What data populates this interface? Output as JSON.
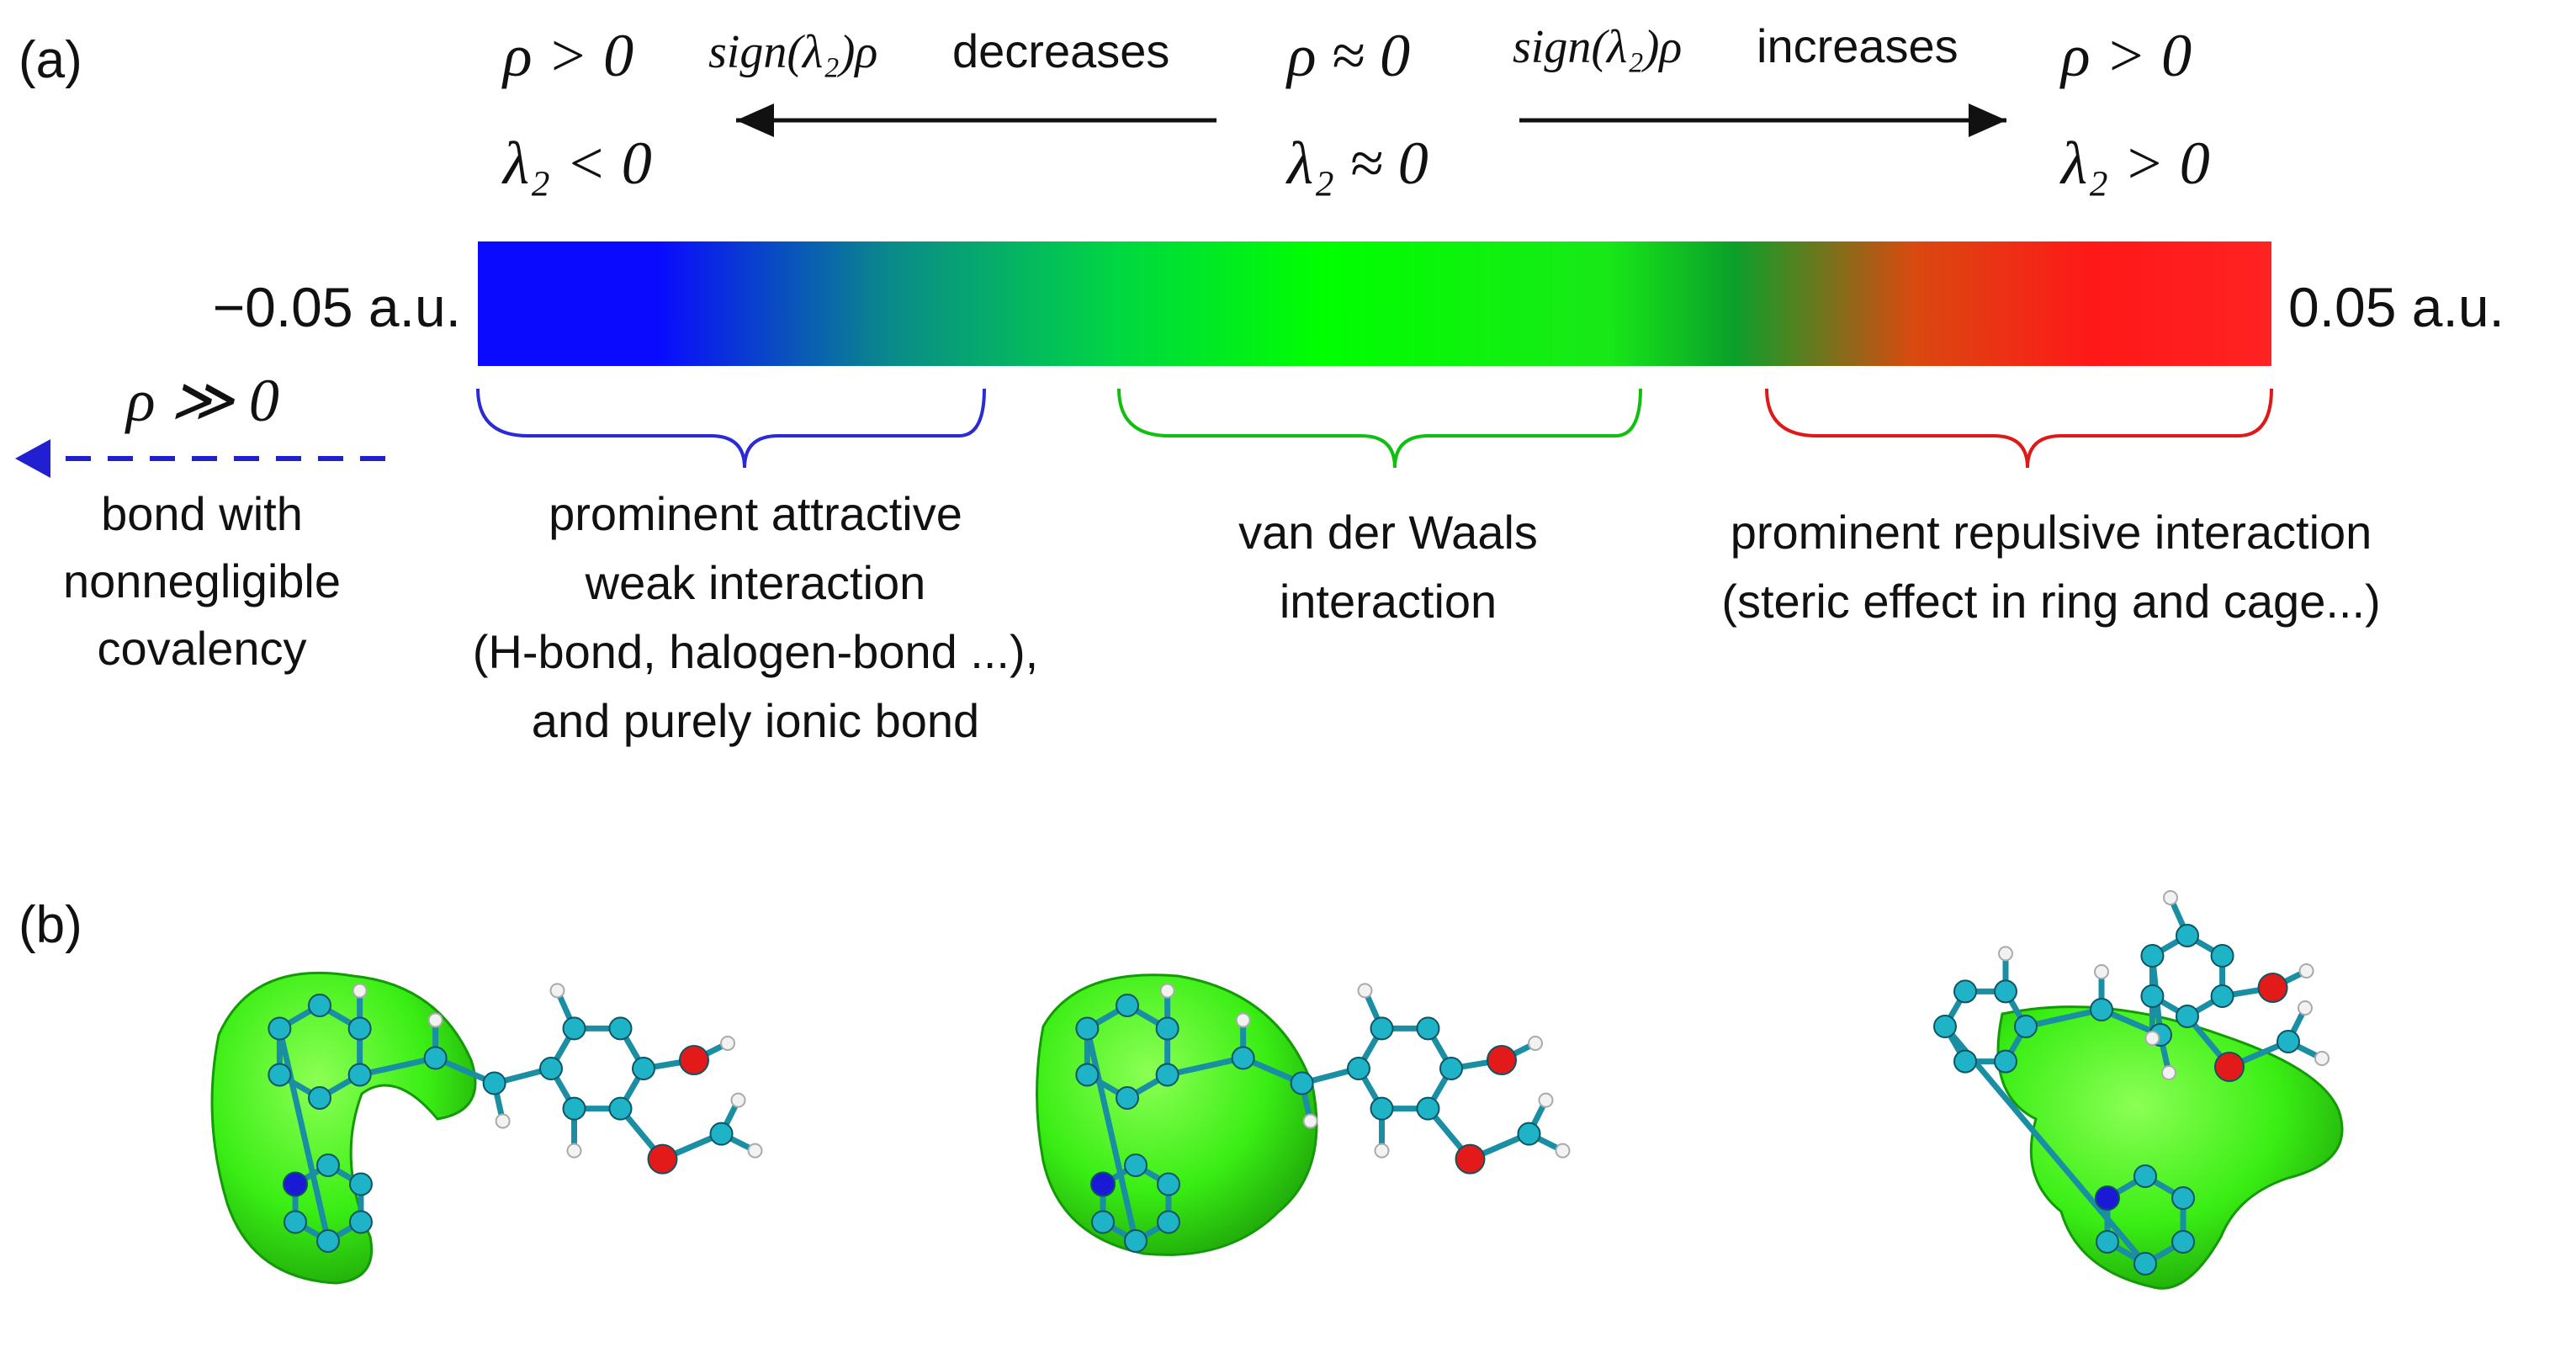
{
  "panels": {
    "a": "(a)",
    "b": "(b)"
  },
  "conditions": {
    "left_rho": "ρ > 0",
    "left_lambda": "λ₂ < 0",
    "mid_rho": "ρ ≈ 0",
    "mid_lambda": "λ₂ ≈ 0",
    "right_rho": "ρ > 0",
    "right_lambda": "λ₂ > 0"
  },
  "arrows": {
    "left_label_math": "sign(λ₂)ρ",
    "left_label_word": "decreases",
    "right_label_math": "sign(λ₂)ρ",
    "right_label_word": "increases"
  },
  "scale": {
    "min_label": "−0.05 a.u.",
    "max_label": "0.05 a.u.",
    "gradient_colors": [
      "#0a0aff",
      "#00ff00",
      "#16e016",
      "#ff2020"
    ]
  },
  "covalent": {
    "rho": "ρ ≫ 0",
    "line1": "bond with",
    "line2": "nonnegligible",
    "line3": "covalency",
    "color": "#2020d0"
  },
  "regions": {
    "attractive": {
      "lines": [
        "prominent attractive",
        "weak interaction",
        "(H-bond, halogen-bond ...),",
        "and purely ionic bond"
      ],
      "color": "#2a2ad6"
    },
    "vdw": {
      "lines": [
        "van der Waals",
        "interaction"
      ],
      "color": "#10c010"
    },
    "repulsive": {
      "lines": [
        "prominent repulsive interaction",
        "(steric effect in ring and cage...)"
      ],
      "color": "#e01818"
    }
  },
  "molecule_colors": {
    "surface": "#33ee11",
    "carbon": "#1fb3c8",
    "nitrogen": "#1a1ad6",
    "oxygen": "#e21a1a",
    "hydrogen": "#f2f2f2"
  }
}
